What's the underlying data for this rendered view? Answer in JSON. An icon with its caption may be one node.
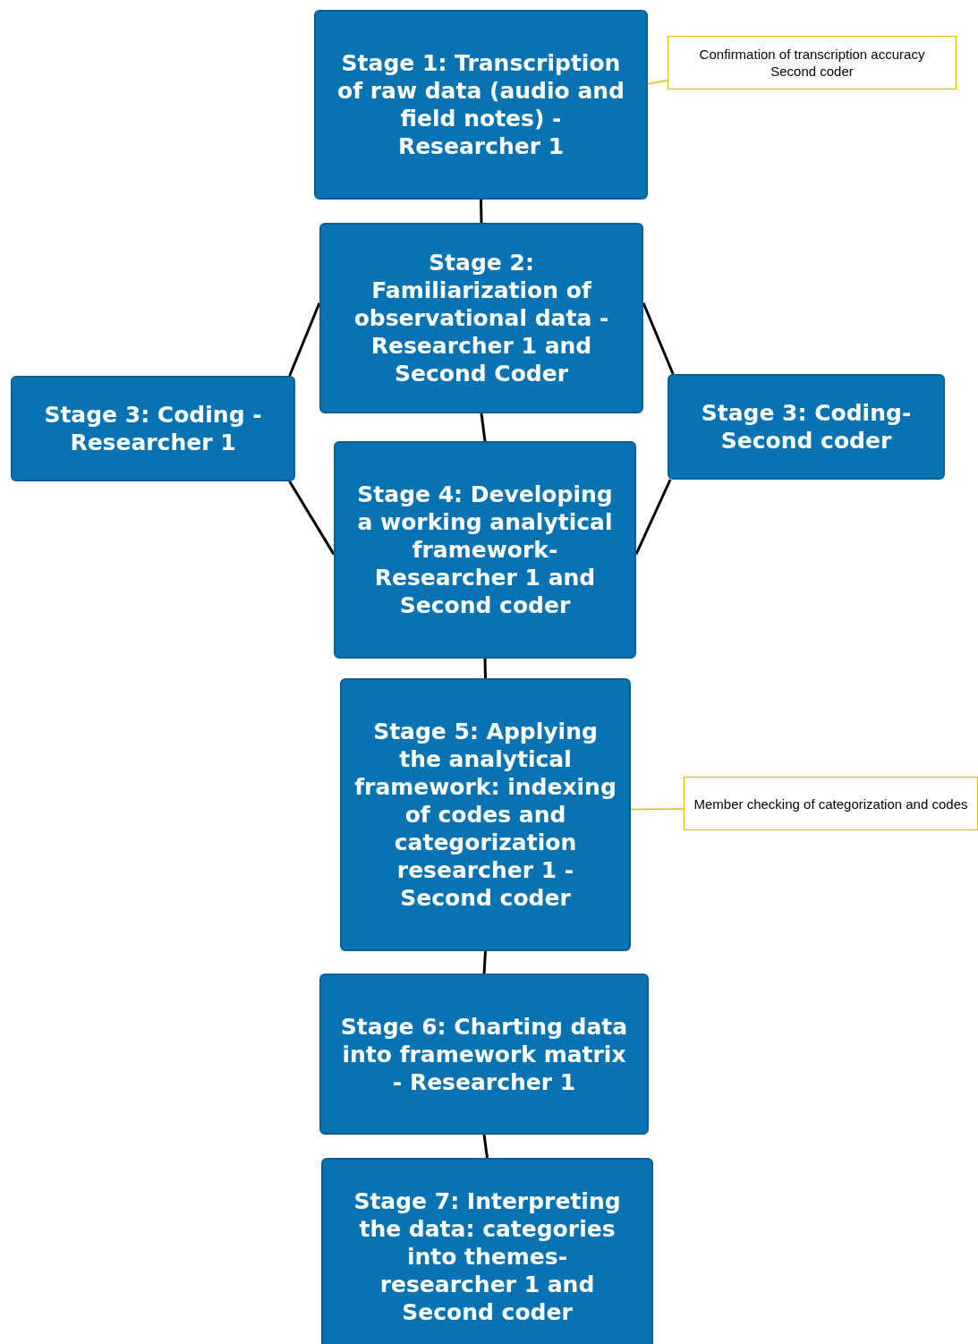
{
  "diagram": {
    "nodes": [
      {
        "text": [
          "Stage 1: Transcription of raw data (audio and field notes) - Researcher 1"
        ]
      },
      {
        "text": [
          "Confirmation of transcription accuracy",
          "Second coder"
        ]
      },
      {
        "text": [
          "Stage 2: Familiarization of observational data - Researcher 1 and Second Coder"
        ]
      },
      {
        "text": [
          "Stage 3: Coding - Researcher 1"
        ]
      },
      {
        "text": [
          "Stage 3: Coding- Second coder"
        ]
      },
      {
        "text": [
          "Stage 4: Developing a working analytical framework- Researcher 1 and Second coder"
        ]
      },
      {
        "text": [
          "Stage 5: Applying the analytical framework: indexing of codes and categorization researcher 1 - Second coder"
        ]
      },
      {
        "text": [
          "Member checking of categorization and codes"
        ]
      },
      {
        "text": [
          "Stage 6: Charting data into framework matrix - Researcher 1"
        ]
      },
      {
        "text": [
          "Stage 7: Interpreting the data: categories into themes- researcher 1 and Second coder"
        ]
      }
    ],
    "edges": [
      {
        "from": 0,
        "to": 2,
        "arrow": "none"
      },
      {
        "from": 0,
        "to": 1,
        "arrow": "none",
        "color": "#e8b800"
      },
      {
        "from": 2,
        "to": 3,
        "arrow": "none"
      },
      {
        "from": 2,
        "to": 4,
        "arrow": "none"
      },
      {
        "from": 2,
        "to": 5,
        "arrow": "none"
      },
      {
        "from": 3,
        "to": 5,
        "arrow": "none"
      },
      {
        "from": 4,
        "to": 5,
        "arrow": "none"
      },
      {
        "from": 5,
        "to": 6,
        "arrow": "none"
      },
      {
        "from": 6,
        "to": 7,
        "arrow": "none",
        "color": "#e8b800"
      },
      {
        "from": 6,
        "to": 8,
        "arrow": "none"
      },
      {
        "from": 8,
        "to": 9,
        "arrow": "none"
      }
    ]
  }
}
